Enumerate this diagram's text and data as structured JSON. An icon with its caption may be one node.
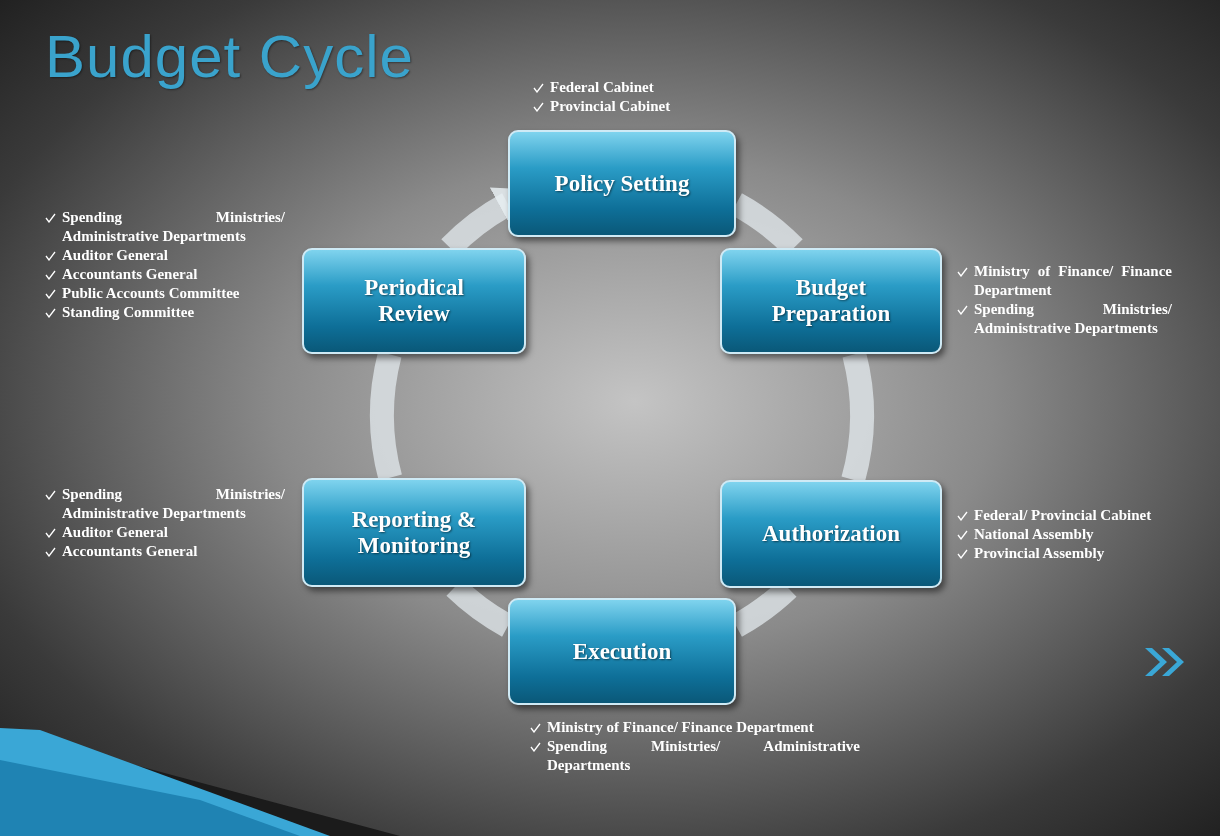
{
  "diagram": {
    "title": "Budget Cycle",
    "nodes": [
      {
        "text": [
          "Policy Setting"
        ],
        "beside": [
          "Federal Cabinet",
          "Provincial Cabinet"
        ]
      },
      {
        "text": [
          "Budget Preparation"
        ],
        "beside": [
          "Ministry of Finance/ Finance Department",
          "Spending Ministries/ Administrative Departments"
        ]
      },
      {
        "text": [
          "Authorization"
        ],
        "beside": [
          "Federal/ Provincial Cabinet",
          "National Assembly",
          "Provincial Assembly"
        ]
      },
      {
        "text": [
          "Execution"
        ],
        "beside": [
          "Ministry of Finance/ Finance Department",
          "Spending Ministries/ Administrative Departments"
        ]
      },
      {
        "text": [
          "Reporting & Monitoring"
        ],
        "beside": [
          "Spending Ministries/ Administrative Departments",
          "Auditor General",
          "Accountants General"
        ]
      },
      {
        "text": [
          "Periodical Review"
        ],
        "beside": [
          "Spending Ministries/ Administrative Departments",
          "Auditor General",
          "Accountants General",
          "Public Accounts Committee",
          "Standing Committee"
        ]
      }
    ],
    "edges": [
      {
        "from": 0,
        "to": 1,
        "arrow": "none"
      },
      {
        "from": 1,
        "to": 2,
        "arrow": "none"
      },
      {
        "from": 2,
        "to": 3,
        "arrow": "none"
      },
      {
        "from": 3,
        "to": 4,
        "arrow": "none"
      },
      {
        "from": 4,
        "to": 5,
        "arrow": "none"
      },
      {
        "from": 5,
        "to": 0,
        "arrow": "to"
      }
    ]
  }
}
